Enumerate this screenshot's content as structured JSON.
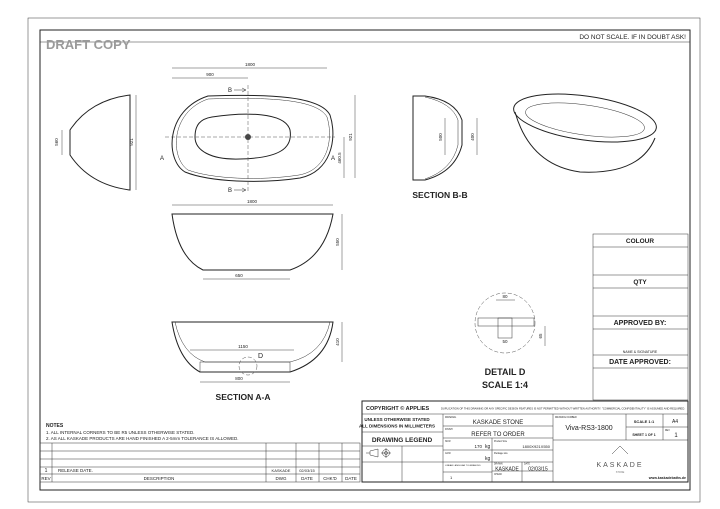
{
  "header": {
    "draft_label": "DRAFT COPY",
    "warning": "DO NOT SCALE. IF IN DOUBT ASK!"
  },
  "views": {
    "side_dims": [
      "560",
      "921"
    ],
    "plan_dims": {
      "length": "1800",
      "half": "900",
      "width": "921",
      "offset": "460.5"
    },
    "section_marks": {
      "a": "A",
      "b": "B"
    },
    "section_bb": {
      "title": "SECTION B-B",
      "dims": [
        "500",
        "400"
      ]
    },
    "front_dims": {
      "length": "1800",
      "height": "550",
      "base": "650"
    },
    "section_aa": {
      "title": "SECTION A-A",
      "dims": {
        "inner": "1150",
        "depth": "410",
        "base": "800"
      },
      "detail_mark": "D"
    },
    "detail_d": {
      "title": "DETAIL D",
      "scale": "SCALE 1:4",
      "dims": [
        "80",
        "50",
        "65"
      ]
    }
  },
  "approval_panel": {
    "colour": "COLOUR",
    "qty": "QTY",
    "approved_by": "APPROVED BY:",
    "name_signature": "NAME & SIGNATURE",
    "date_approved": "DATE APPROVED:"
  },
  "notes": {
    "title": "NOTES",
    "items": [
      "1. ALL INTERNAL CORNERS TO BE R5 UNLESS OTHERWISE STATED.",
      "2. AS ALL KASKADE PRODUCTS ARE HAND FINISHED A 2-5mm TOLERANCE IS ALLOWED."
    ]
  },
  "revision_table": {
    "headers": [
      "REV",
      "DESCRIPTION",
      "DWG",
      "DATE",
      "CHK'D",
      "DATE"
    ],
    "rows": [
      {
        "rev": "1",
        "description": "RELEASE DATE.",
        "dwg": "KASKADE",
        "date": "02/03/15"
      }
    ]
  },
  "title_block": {
    "copyright": "COPYRIGHT © APPLIES",
    "copyright_note": "DUPLICATION OF THIS DRAWING OR ANY SPECIFIC DESIGN FEATURES IS NOT PERMITTED WITHOUT WRITTEN AUTHORITY. \"COMMERCIAL CONFIDENTIALITY\" IS ASSUMED AND REQUIRED.",
    "units_note": [
      "UNLESS OTHERWISE STATED",
      "ALL DIMENSIONS IN MILLIMETERS"
    ],
    "drawing_legend": "DRAWING LEGEND",
    "material_label": "MATERIAL",
    "material": "KASKADE STONE",
    "finish_label": "FINISH",
    "finish": "REFER TO ORDER",
    "weight_label": "NCW",
    "weight": "170",
    "weight_unit": "kg",
    "gross_label": "GCW",
    "gross_unit": "kg",
    "product_size_label": "Product Size",
    "product_size": "1800X921X550",
    "package_size_label": "Package size",
    "tolerance_label": "LINEAR / ANGULAR TOLERANCES",
    "tolerance_value": "1",
    "drawn_label": "DRAWN",
    "drawn_by": "KASKADE",
    "date_label": "DATE",
    "date": "02/03/15",
    "check_label": "CHECK",
    "drawing_number_label": "DRAWING NUMBER",
    "drawing_number": "Viva-RS3-1800",
    "scale": "SCALE 1:1",
    "size": "A4",
    "sheet": "SHEET 1 OF 1",
    "rev_label": "REV",
    "rev": "1",
    "brand": "KASKADE",
    "brand_sub": "STONE",
    "website": "www.kaskadebaths.de"
  }
}
